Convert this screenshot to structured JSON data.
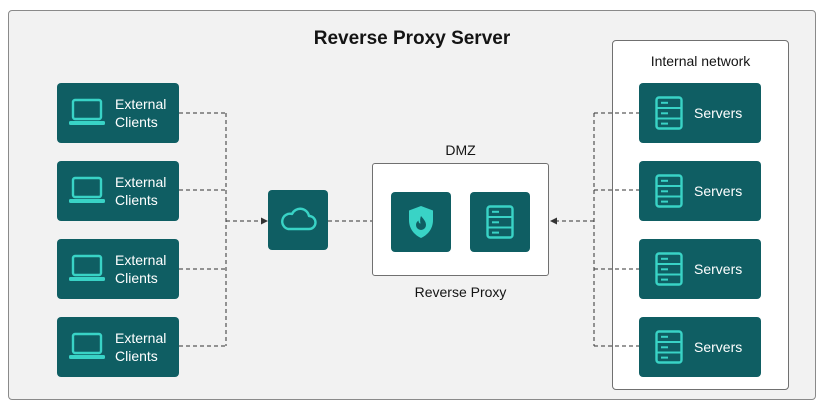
{
  "title": "Reverse Proxy Server",
  "clients": [
    {
      "label": "External Clients",
      "icon": "laptop-icon"
    },
    {
      "label": "External Clients",
      "icon": "laptop-icon"
    },
    {
      "label": "External Clients",
      "icon": "laptop-icon"
    },
    {
      "label": "External Clients",
      "icon": "laptop-icon"
    }
  ],
  "internet": {
    "icon": "cloud-icon"
  },
  "dmz": {
    "label": "DMZ",
    "caption": "Reverse Proxy",
    "icons": [
      "shield-firewall-icon",
      "server-icon"
    ]
  },
  "internal_network": {
    "label": "Internal network",
    "servers": [
      {
        "label": "Servers",
        "icon": "server-icon"
      },
      {
        "label": "Servers",
        "icon": "server-icon"
      },
      {
        "label": "Servers",
        "icon": "server-icon"
      },
      {
        "label": "Servers",
        "icon": "server-icon"
      }
    ]
  },
  "colors": {
    "node_fill": "#0f5e63",
    "icon_accent": "#39d3c6",
    "background": "#f2f2f2",
    "connector": "#333333"
  }
}
